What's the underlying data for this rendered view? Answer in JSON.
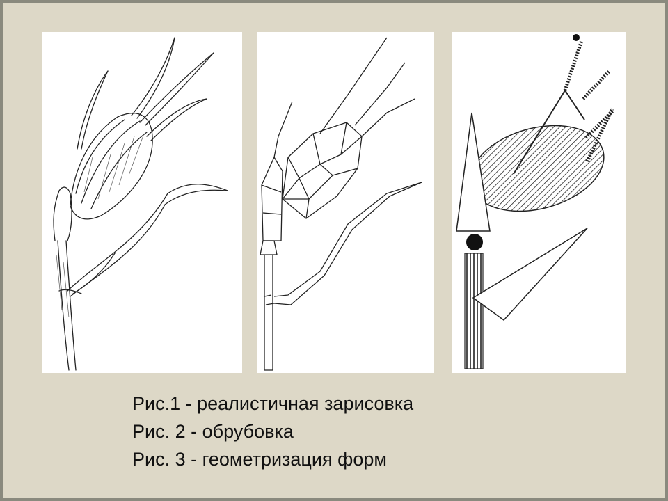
{
  "slide": {
    "background_color": "#ddd8c7",
    "border_color": "#8a8a7e",
    "panels": [
      {
        "name": "realistic-sketch",
        "icon": "plant-sketch-realistic"
      },
      {
        "name": "faceted-sketch",
        "icon": "plant-sketch-faceted"
      },
      {
        "name": "geometric-sketch",
        "icon": "plant-sketch-geometric"
      }
    ],
    "captions": [
      "Рис.1 - реалистичная зарисовка",
      "Рис. 2 - обрубовка",
      "Рис. 3 - геометризация форм"
    ]
  }
}
